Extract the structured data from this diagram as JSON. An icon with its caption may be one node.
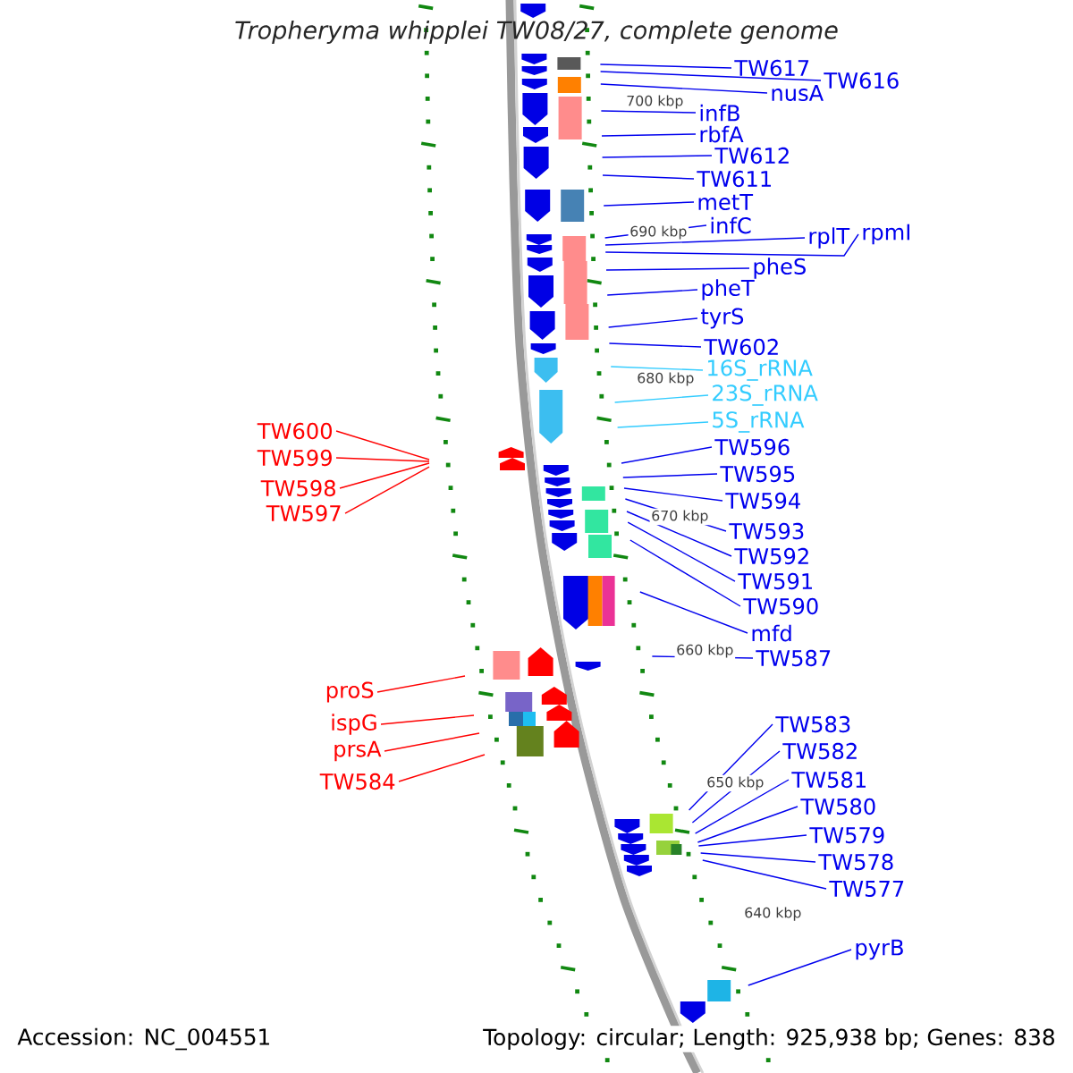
{
  "diagram": {
    "title": "Tropheryma whipplei TW08/27, complete genome",
    "nodes": [
      {
        "text": [
          "TW617"
        ]
      },
      {
        "text": [
          "TW616"
        ]
      },
      {
        "text": [
          "nusA"
        ]
      },
      {
        "text": [
          "infB"
        ]
      },
      {
        "text": [
          "rbfA"
        ]
      },
      {
        "text": [
          "TW612"
        ]
      },
      {
        "text": [
          "TW611"
        ]
      },
      {
        "text": [
          "metT"
        ]
      },
      {
        "text": [
          "infC"
        ]
      },
      {
        "text": [
          "rplT"
        ]
      },
      {
        "text": [
          "rpmI"
        ]
      },
      {
        "text": [
          "pheS"
        ]
      },
      {
        "text": [
          "pheT"
        ]
      },
      {
        "text": [
          "tyrS"
        ]
      },
      {
        "text": [
          "TW602"
        ]
      },
      {
        "text": [
          "16S_rRNA"
        ]
      },
      {
        "text": [
          "23S_rRNA"
        ]
      },
      {
        "text": [
          "5S_rRNA"
        ]
      },
      {
        "text": [
          "TW596"
        ]
      },
      {
        "text": [
          "TW595"
        ]
      },
      {
        "text": [
          "TW594"
        ]
      },
      {
        "text": [
          "TW593"
        ]
      },
      {
        "text": [
          "TW592"
        ]
      },
      {
        "text": [
          "TW591"
        ]
      },
      {
        "text": [
          "TW590"
        ]
      },
      {
        "text": [
          "mfd"
        ]
      },
      {
        "text": [
          "TW587"
        ]
      },
      {
        "text": [
          "TW583"
        ]
      },
      {
        "text": [
          "TW582"
        ]
      },
      {
        "text": [
          "TW581"
        ]
      },
      {
        "text": [
          "TW580"
        ]
      },
      {
        "text": [
          "TW579"
        ]
      },
      {
        "text": [
          "TW578"
        ]
      },
      {
        "text": [
          "TW577"
        ]
      },
      {
        "text": [
          "pyrB"
        ]
      },
      {
        "text": [
          "TW600"
        ]
      },
      {
        "text": [
          "TW599"
        ]
      },
      {
        "text": [
          "TW598"
        ]
      },
      {
        "text": [
          "TW597"
        ]
      },
      {
        "text": [
          "proS"
        ]
      },
      {
        "text": [
          "ispG"
        ]
      },
      {
        "text": [
          "prsA"
        ]
      },
      {
        "text": [
          "TW584"
        ]
      }
    ],
    "edges": [
      {
        "from": 0,
        "to": null,
        "arrow": "none"
      },
      {
        "from": 1,
        "to": null,
        "arrow": "none"
      },
      {
        "from": 2,
        "to": null,
        "arrow": "none"
      },
      {
        "from": 3,
        "to": null,
        "arrow": "none"
      },
      {
        "from": 4,
        "to": null,
        "arrow": "none"
      },
      {
        "from": 5,
        "to": null,
        "arrow": "none"
      },
      {
        "from": 6,
        "to": null,
        "arrow": "none"
      },
      {
        "from": 7,
        "to": null,
        "arrow": "none"
      },
      {
        "from": 8,
        "to": null,
        "arrow": "none"
      },
      {
        "from": 9,
        "to": null,
        "arrow": "none"
      },
      {
        "from": 10,
        "to": null,
        "arrow": "none"
      },
      {
        "from": 11,
        "to": null,
        "arrow": "none"
      },
      {
        "from": 12,
        "to": null,
        "arrow": "none"
      },
      {
        "from": 13,
        "to": null,
        "arrow": "none"
      },
      {
        "from": 14,
        "to": null,
        "arrow": "none"
      },
      {
        "from": 15,
        "to": null,
        "arrow": "none",
        "color": "#33ccff"
      },
      {
        "from": 16,
        "to": null,
        "arrow": "none",
        "color": "#33ccff"
      },
      {
        "from": 17,
        "to": null,
        "arrow": "none",
        "color": "#33ccff"
      },
      {
        "from": 18,
        "to": null,
        "arrow": "none"
      },
      {
        "from": 19,
        "to": null,
        "arrow": "none"
      },
      {
        "from": 20,
        "to": null,
        "arrow": "none"
      },
      {
        "from": 21,
        "to": null,
        "arrow": "none"
      },
      {
        "from": 22,
        "to": null,
        "arrow": "none"
      },
      {
        "from": 23,
        "to": null,
        "arrow": "none"
      },
      {
        "from": 24,
        "to": null,
        "arrow": "none"
      },
      {
        "from": 25,
        "to": null,
        "arrow": "none"
      },
      {
        "from": 26,
        "to": null,
        "arrow": "none"
      },
      {
        "from": 27,
        "to": null,
        "arrow": "none"
      },
      {
        "from": 28,
        "to": null,
        "arrow": "none"
      },
      {
        "from": 29,
        "to": null,
        "arrow": "none"
      },
      {
        "from": 30,
        "to": null,
        "arrow": "none"
      },
      {
        "from": 31,
        "to": null,
        "arrow": "none"
      },
      {
        "from": 32,
        "to": null,
        "arrow": "none"
      },
      {
        "from": 33,
        "to": null,
        "arrow": "none"
      },
      {
        "from": 34,
        "to": null,
        "arrow": "none"
      },
      {
        "from": 35,
        "to": null,
        "arrow": "none",
        "color": "#ff0000"
      },
      {
        "from": 36,
        "to": null,
        "arrow": "none",
        "color": "#ff0000"
      },
      {
        "from": 37,
        "to": null,
        "arrow": "none",
        "color": "#ff0000"
      },
      {
        "from": 38,
        "to": null,
        "arrow": "none",
        "color": "#ff0000"
      },
      {
        "from": 39,
        "to": null,
        "arrow": "none",
        "color": "#ff0000"
      },
      {
        "from": 40,
        "to": null,
        "arrow": "none",
        "color": "#ff0000"
      },
      {
        "from": 41,
        "to": null,
        "arrow": "none",
        "color": "#ff0000"
      },
      {
        "from": 42,
        "to": null,
        "arrow": "none",
        "color": "#ff0000"
      }
    ],
    "labels": [
      "700 kbp",
      "690 kbp",
      "680 kbp",
      "670 kbp",
      "660 kbp",
      "650 kbp",
      "640 kbp",
      "Accession: NC_004551",
      "Topology: circular; Length: 925,938 bp; Genes: 838"
    ]
  }
}
